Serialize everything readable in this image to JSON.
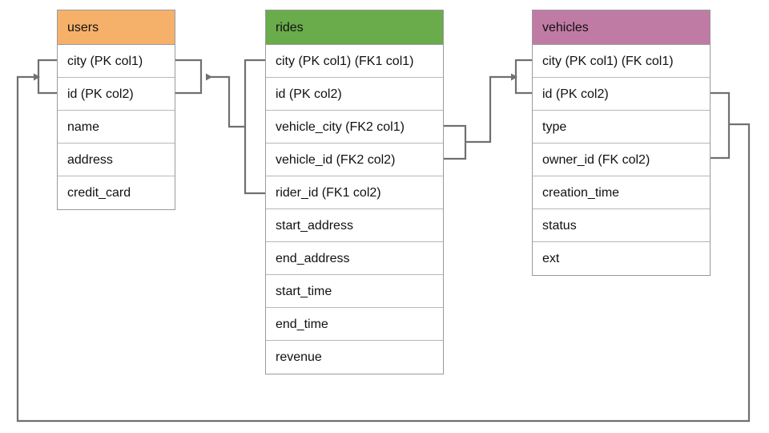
{
  "diagram": {
    "type": "entity-relationship-diagram",
    "background": "#ffffff",
    "line_color": "#707070",
    "tables": [
      {
        "name": "users",
        "title": "users",
        "header_color": "#f5b16a",
        "columns": [
          "city (PK col1)",
          "id (PK col2)",
          "name",
          "address",
          "credit_card"
        ]
      },
      {
        "name": "rides",
        "title": "rides",
        "header_color": "#6aab4c",
        "columns": [
          "city (PK col1) (FK1 col1)",
          "id (PK col2)",
          "vehicle_city (FK2 col1)",
          "vehicle_id (FK2 col2)",
          "rider_id (FK1 col2)",
          "start_address",
          "end_address",
          "start_time",
          "end_time",
          "revenue"
        ]
      },
      {
        "name": "vehicles",
        "title": "vehicles",
        "header_color": "#c07ba4",
        "columns": [
          "city (PK col1) (FK col1)",
          "id (PK col2)",
          "type",
          "owner_id (FK col2)",
          "creation_time",
          "status",
          "ext"
        ]
      }
    ],
    "relationships": [
      {
        "name": "rides-fk1-to-users",
        "from_table": "rides",
        "from_columns": [
          "city (PK col1) (FK1 col1)",
          "rider_id (FK1 col2)"
        ],
        "to_table": "users",
        "to_columns": [
          "city (PK col1)",
          "id (PK col2)"
        ],
        "arrow": "to-users"
      },
      {
        "name": "rides-fk2-to-vehicles",
        "from_table": "rides",
        "from_columns": [
          "vehicle_city (FK2 col1)",
          "vehicle_id (FK2 col2)"
        ],
        "to_table": "vehicles",
        "to_columns": [
          "city (PK col1) (FK col1)",
          "id (PK col2)"
        ],
        "arrow": "to-vehicles"
      },
      {
        "name": "vehicles-fk-to-users",
        "from_table": "vehicles",
        "from_columns": [
          "id (PK col2)",
          "owner_id (FK col2)"
        ],
        "to_table": "users",
        "to_columns": [
          "city (PK col1)",
          "id (PK col2)"
        ],
        "arrow": "to-users-left"
      }
    ]
  }
}
